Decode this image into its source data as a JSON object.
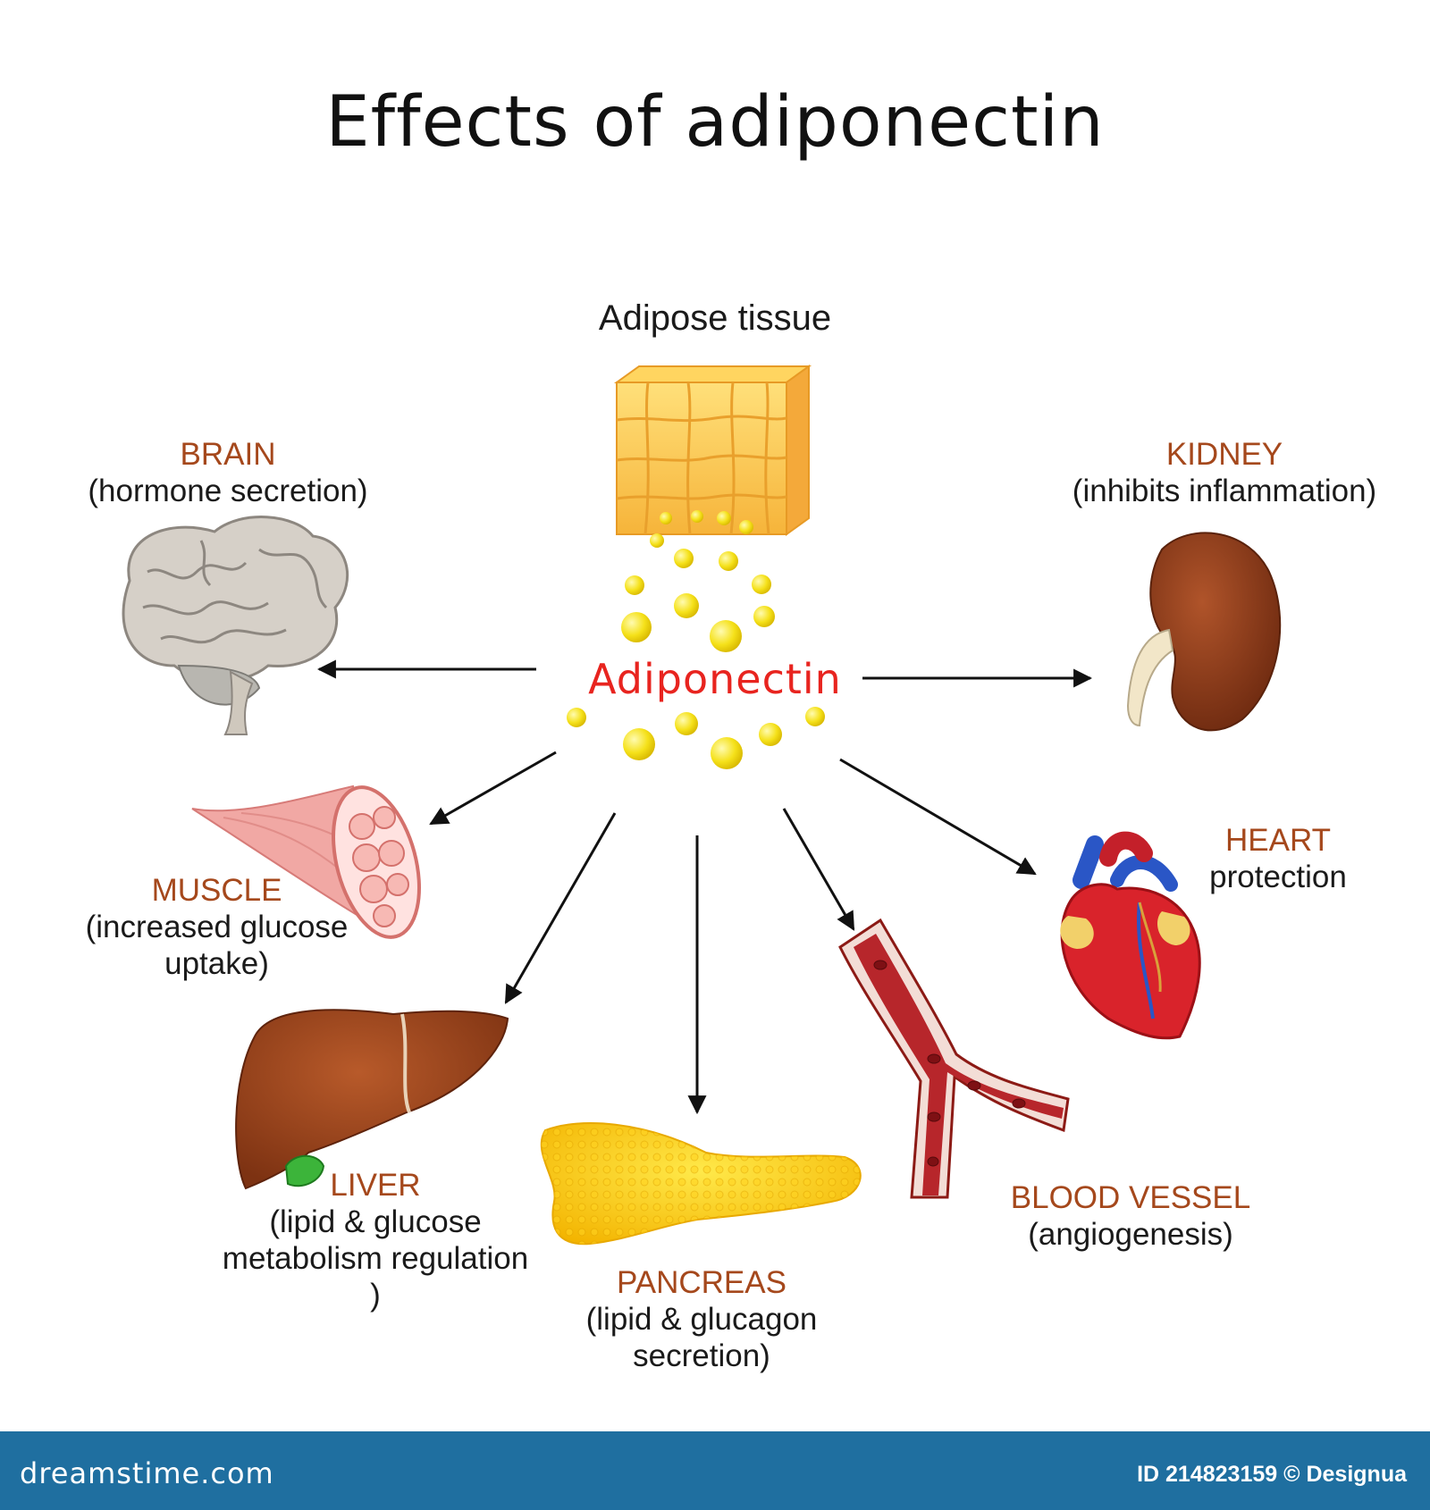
{
  "title": "Effects of adiponectin",
  "source": {
    "label": "Adipose tissue"
  },
  "hormone": {
    "label": "Adiponectin"
  },
  "targets": [
    {
      "organ": "BRAIN",
      "effect": "(hormone secretion)"
    },
    {
      "organ": "KIDNEY",
      "effect": "(inhibits inflammation)"
    },
    {
      "organ": "MUSCLE",
      "effect_line1": "(increased glucose",
      "effect_line2": "uptake)"
    },
    {
      "organ": "HEART",
      "effect": "protection"
    },
    {
      "organ": "LIVER",
      "effect_line1": "(lipid & glucose",
      "effect_line2": "metabolism regulation )"
    },
    {
      "organ": "PANCREAS",
      "effect": "(lipid & glucagon secretion)"
    },
    {
      "organ": "BLOOD VESSEL",
      "effect": "(angiogenesis)"
    }
  ],
  "footer": {
    "brand": "dreamstime.com",
    "credit": "ID 214823159 © Designua"
  },
  "colors": {
    "organ_label": "#a5481c",
    "hormone_label": "#e8241f",
    "footer_bar": "#1f6fa0",
    "molecule": "#f5e11a"
  }
}
